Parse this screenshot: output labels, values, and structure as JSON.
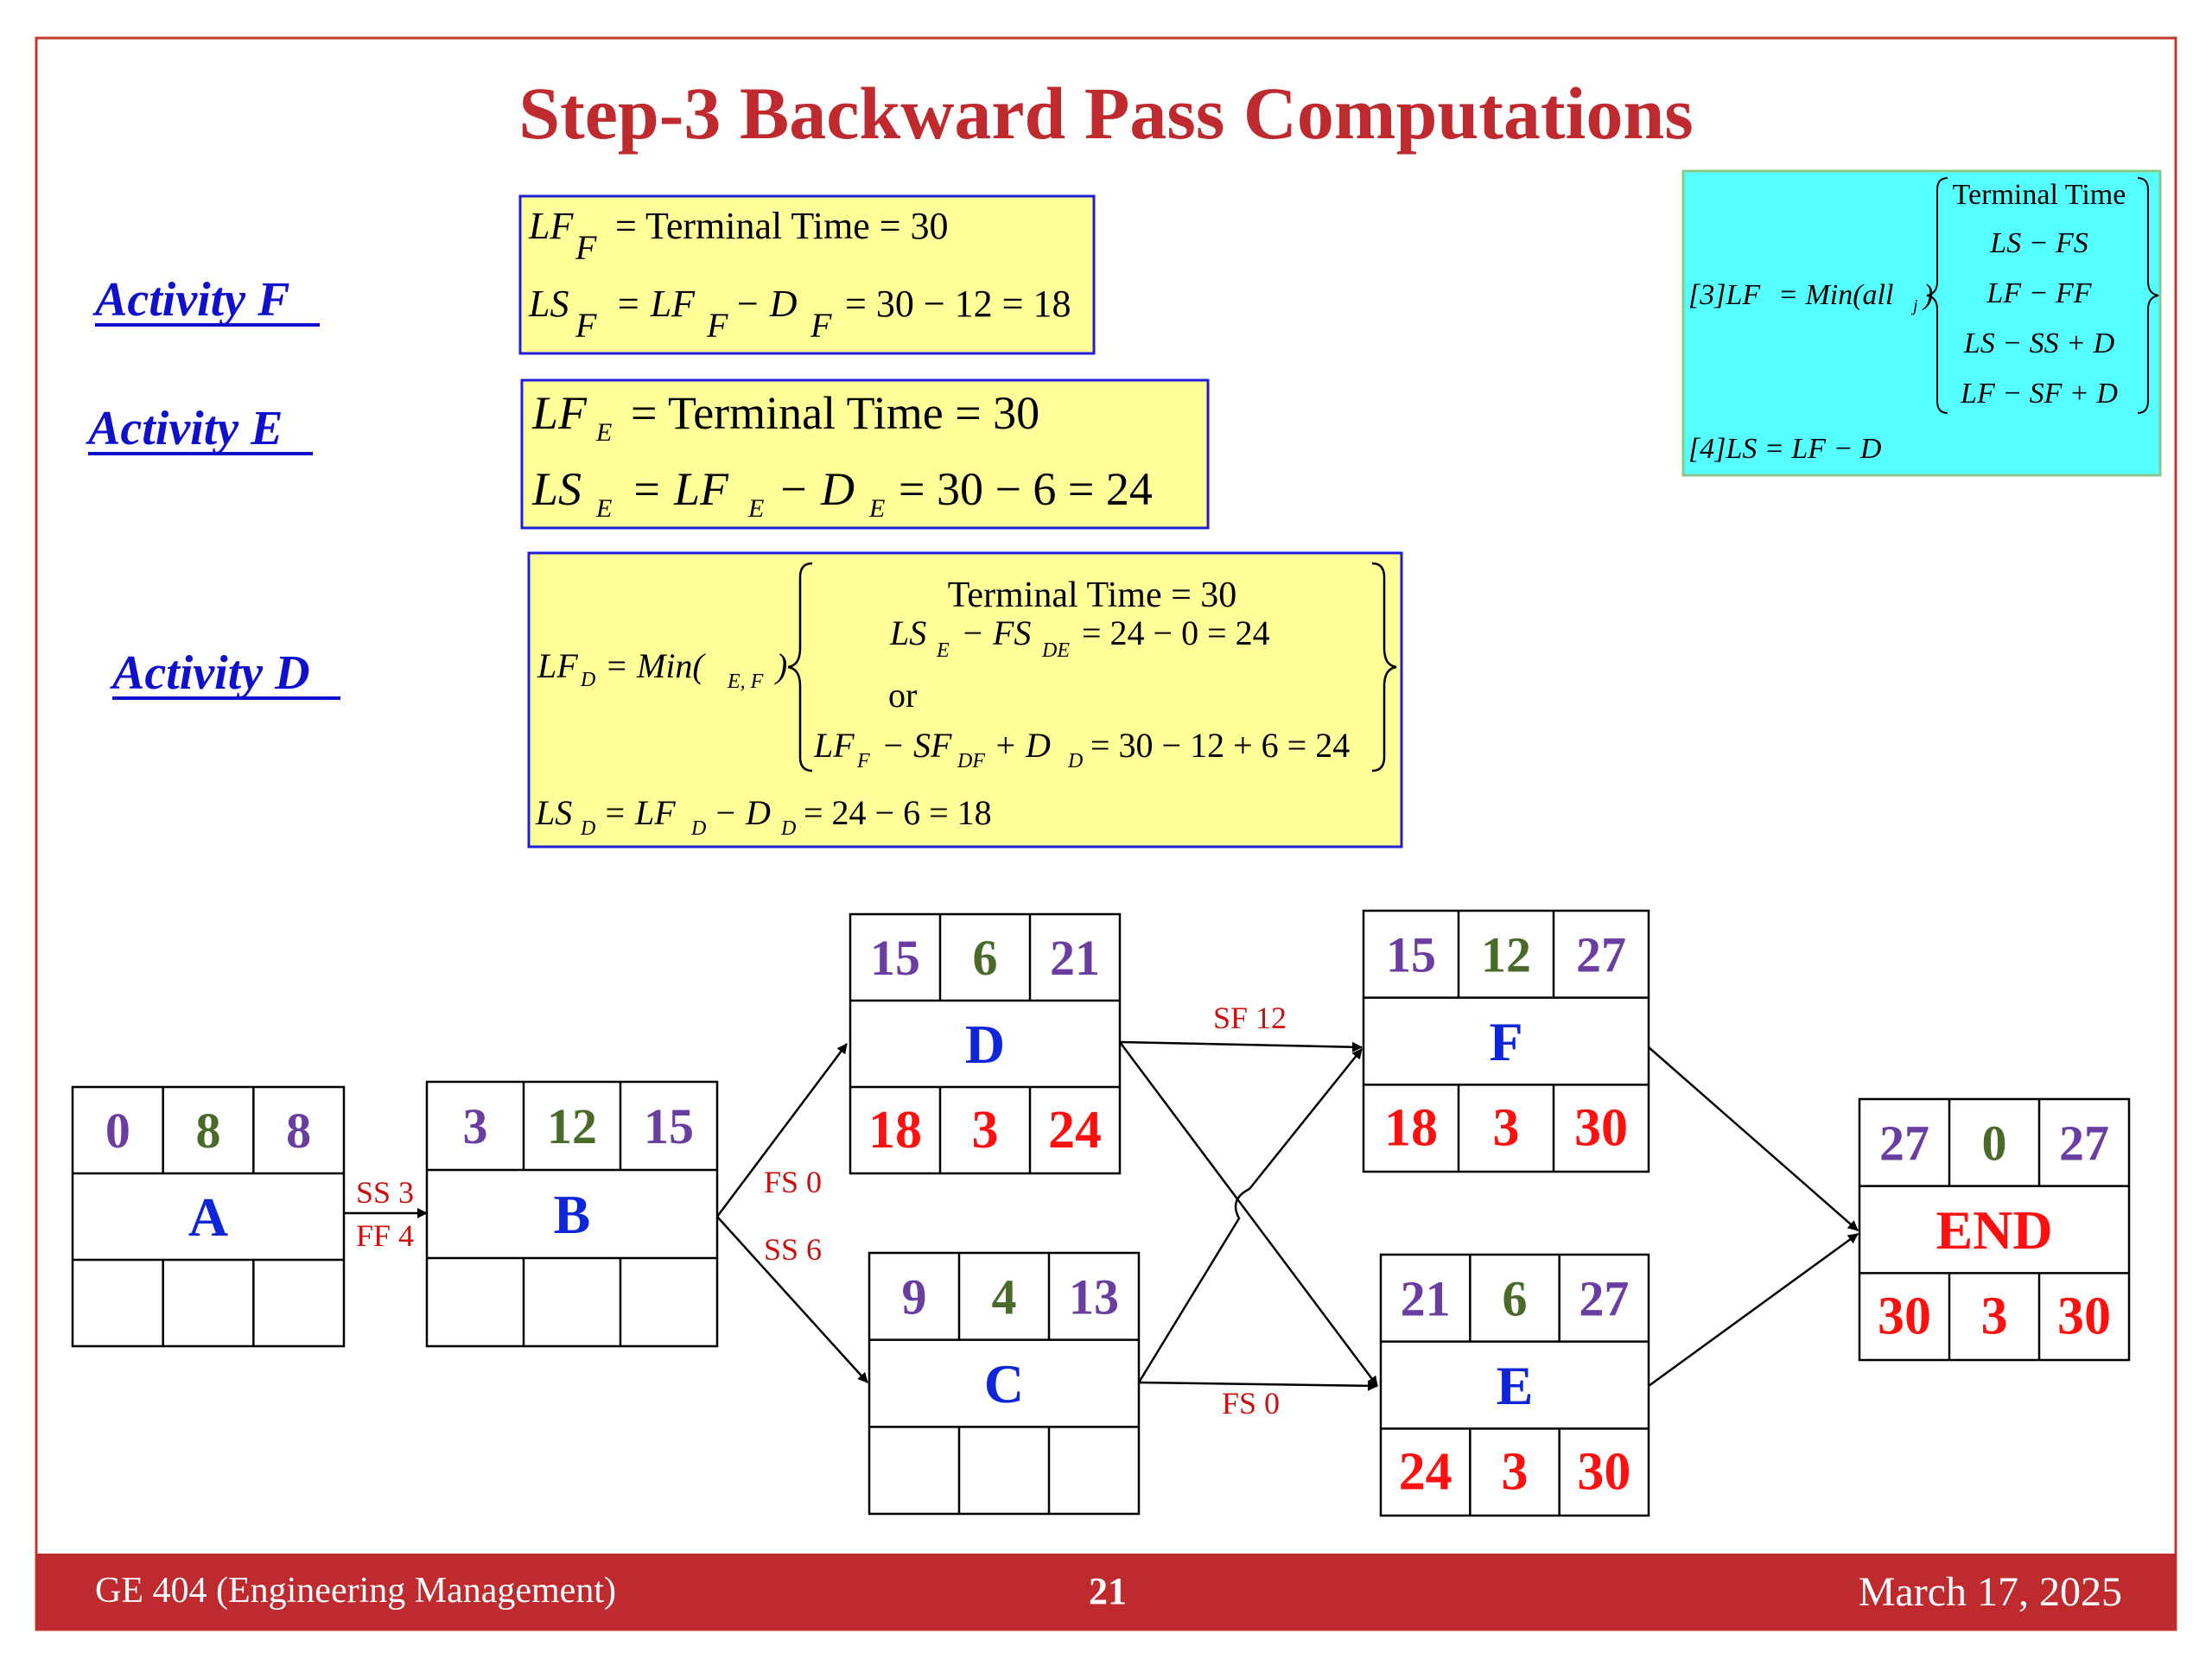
{
  "colors": {
    "brand": "#be2a2e",
    "frame": "#c0392b",
    "link": "#1010cc",
    "formula_fill": "#ffff99",
    "formula_border": "#1f1fd8",
    "legend_fill": "#55ffff",
    "legend_border": "#86c98b",
    "es_color": "#6a3ea1",
    "dur_color": "#4a6a2a",
    "late_color": "#ff1010",
    "name_color": "#0f26d8",
    "lag_color": "#cc1010"
  },
  "title": "Step-3 Backward Pass Computations",
  "activity_labels": {
    "f": "Activity F",
    "e": "Activity E",
    "d": "Activity D"
  },
  "formula_f": {
    "lf": "= Terminal Time = 30",
    "ls_mid": "= LF",
    "ls_minus": "− D",
    "ls_value": "= 30 − 12 = 18"
  },
  "formula_e": {
    "lf": "= Terminal Time = 30",
    "ls_mid": "= LF",
    "ls_minus": "− D",
    "ls_value": "= 30 − 6 = 24"
  },
  "formula_d": {
    "lf_lhs": "= Min(",
    "lf_sub": "E, F",
    "brace_line1": "Terminal Time = 30",
    "brace_line2_a": "− FS",
    "brace_line2_b": "= 24 − 0 = 24",
    "brace_line3": "or",
    "brace_line4_a": "− SF",
    "brace_line4_b": "+ D",
    "brace_line4_c": "= 30 − 12 + 6 = 24",
    "ls_mid": "= LF",
    "ls_minus": "− D",
    "ls_value": "= 24 − 6 = 18"
  },
  "legend": {
    "header": "Terminal Time",
    "rule3_prefix": "[3]LF",
    "rule3_mid": "= Min(all",
    "rows": [
      "LS − FS",
      "LF − FF",
      "LS − SS + D",
      "LF − SF + D"
    ],
    "rule4": "[4]LS = LF − D"
  },
  "nodes": [
    {
      "name": "A",
      "es": "0",
      "dur": "8",
      "ef": "8",
      "ls": "",
      "tf": "",
      "lf": ""
    },
    {
      "name": "B",
      "es": "3",
      "dur": "12",
      "ef": "15",
      "ls": "",
      "tf": "",
      "lf": ""
    },
    {
      "name": "D",
      "es": "15",
      "dur": "6",
      "ef": "21",
      "ls": "18",
      "tf": "3",
      "lf": "24"
    },
    {
      "name": "C",
      "es": "9",
      "dur": "4",
      "ef": "13",
      "ls": "",
      "tf": "",
      "lf": ""
    },
    {
      "name": "F",
      "es": "15",
      "dur": "12",
      "ef": "27",
      "ls": "18",
      "tf": "3",
      "lf": "30"
    },
    {
      "name": "E",
      "es": "21",
      "dur": "6",
      "ef": "27",
      "ls": "24",
      "tf": "3",
      "lf": "30"
    },
    {
      "name": "END",
      "es": "27",
      "dur": "0",
      "ef": "27",
      "ls": "30",
      "tf": "3",
      "lf": "30"
    }
  ],
  "links": {
    "ab_ss": "SS 3",
    "ab_ff": "FF 4",
    "bd": "FS 0",
    "bc": "SS 6",
    "df": "SF 12",
    "ce": "FS 0"
  },
  "footer": {
    "course": "GE 404 (Engineering Management)",
    "page": "21",
    "date": "March 17, 2025"
  }
}
